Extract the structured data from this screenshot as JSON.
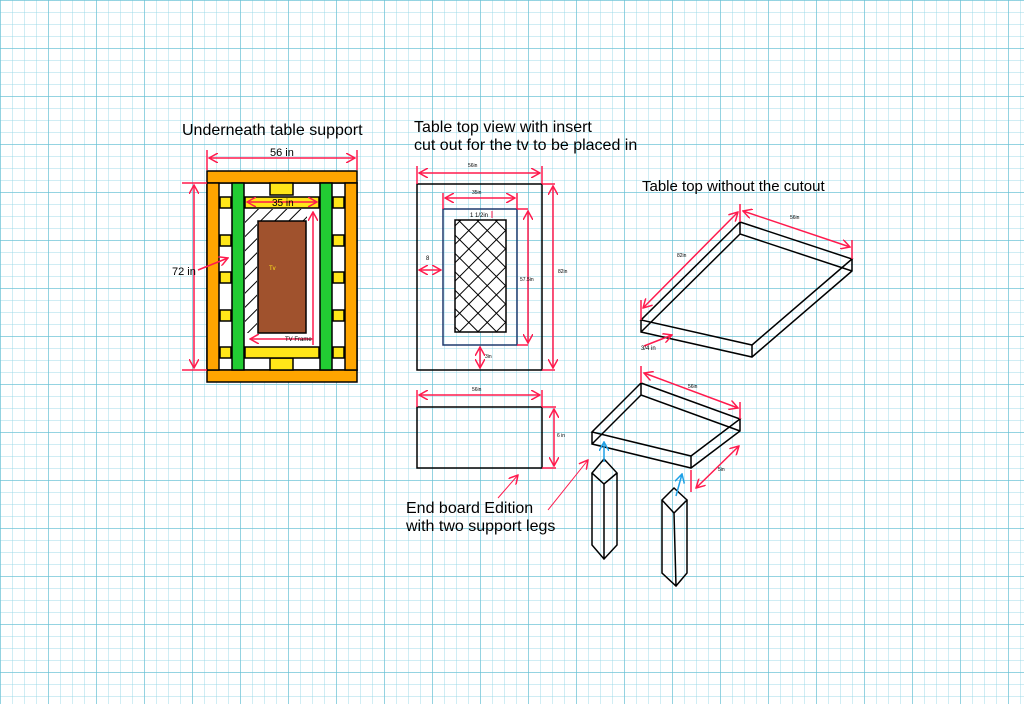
{
  "colors": {
    "dimension": "#ff1a4d",
    "frame": "#ffa500",
    "support": "#22cc33",
    "block": "#ffe619",
    "tv": "#a0522d",
    "leg_arrow": "#1ea0e6",
    "inset": "#1f3a6e"
  },
  "underneath": {
    "title": "Underneath table support",
    "width": "56 in",
    "height": "72 in",
    "inner_width": "35 in",
    "tv_label": "Tv",
    "tv_frame": "TV Frame"
  },
  "top_view": {
    "title_line1": "Table top view with insert",
    "title_line2": "cut out for the tv to be placed in",
    "width": "56in",
    "insert_width": "35in",
    "gap": "1 1/2in",
    "side": "8",
    "insert_height": "57.5in",
    "height": "82in",
    "bottom": "3in"
  },
  "end_board": {
    "width": "56in",
    "height": "6 in",
    "label_line1": "End board Edition",
    "label_line2": "with two support legs"
  },
  "iso_top": {
    "title": "Table top without the cutout",
    "length": "82in",
    "width": "56in",
    "thickness": "3/4 in"
  },
  "iso_end": {
    "width": "56in",
    "depth": "5in"
  }
}
